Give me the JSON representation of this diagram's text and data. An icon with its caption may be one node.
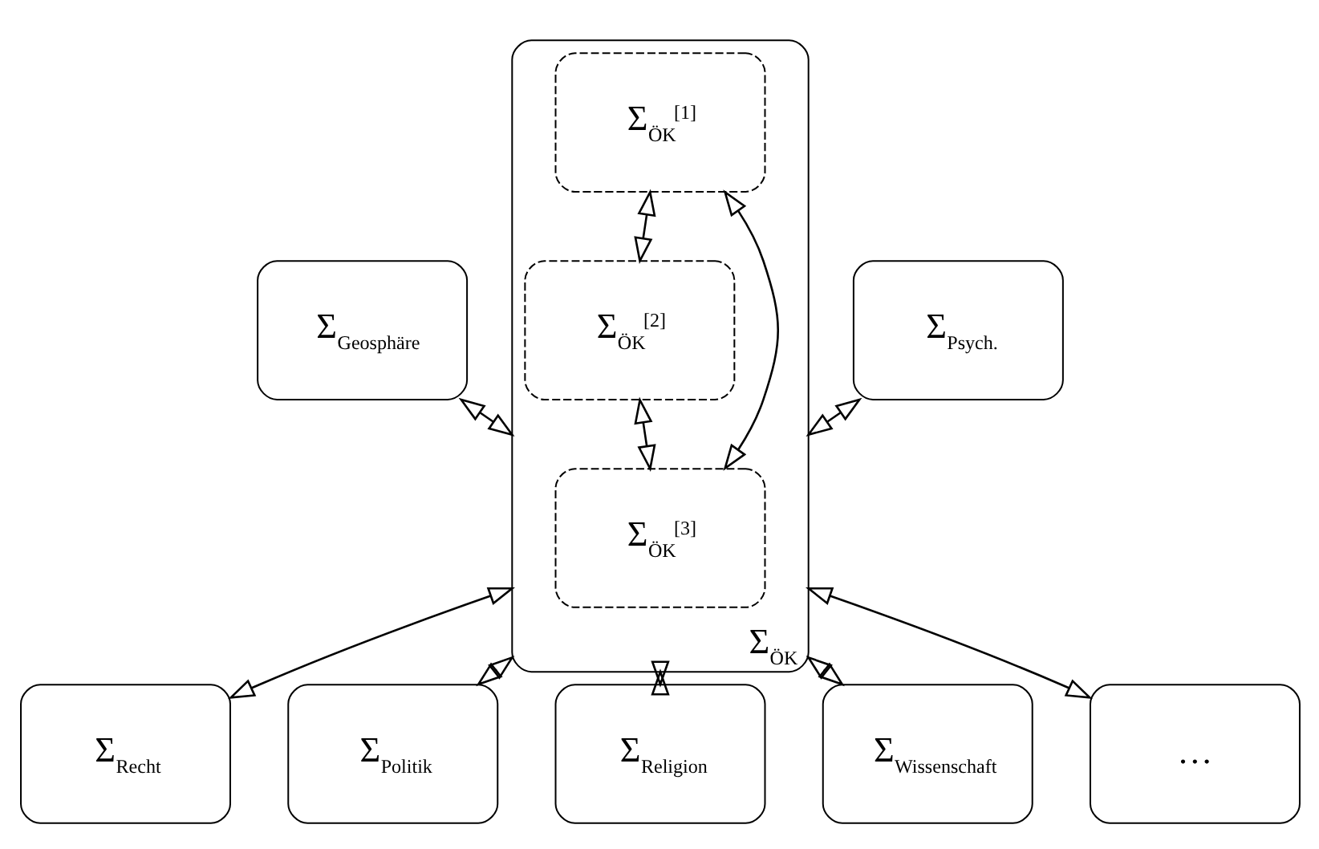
{
  "diagram": {
    "nodes": [
      {
        "text": [
          "Σ$_{Geosphäre}$"
        ]
      },
      {
        "text": [
          "Σ$_{Psych.}$"
        ]
      },
      {
        "text": [
          "Σ$_{ÖK}$"
        ]
      },
      {
        "text": [
          "Σ$_{ÖK}$$^{[1]}$"
        ],
        "in": 2
      },
      {
        "text": [
          "Σ$_{ÖK}$$^{[2]}$"
        ],
        "in": 2
      },
      {
        "text": [
          "Σ$_{ÖK}$$^{[3]}$"
        ],
        "in": 2
      },
      {
        "text": [
          "Σ$_{Recht}$"
        ]
      },
      {
        "text": [
          "Σ$_{Politik}$"
        ]
      },
      {
        "text": [
          "Σ$_{Religion}$"
        ]
      },
      {
        "text": [
          "Σ$_{Wissenschaft}$"
        ]
      },
      {
        "text": [
          "…"
        ]
      }
    ],
    "edges": [
      {
        "from": 0,
        "to": 2,
        "arrow": "both"
      },
      {
        "from": 1,
        "to": 2,
        "arrow": "both"
      },
      {
        "from": 3,
        "to": 4,
        "arrow": "both"
      },
      {
        "from": 3,
        "to": 5,
        "arrow": "both"
      },
      {
        "from": 4,
        "to": 5,
        "arrow": "both"
      },
      {
        "from": 2,
        "to": 6,
        "arrow": "both"
      },
      {
        "from": 2,
        "to": 7,
        "arrow": "both"
      },
      {
        "from": 2,
        "to": 8,
        "arrow": "both"
      },
      {
        "from": 2,
        "to": 9,
        "arrow": "both"
      },
      {
        "from": 2,
        "to": 10,
        "arrow": "both"
      }
    ]
  }
}
